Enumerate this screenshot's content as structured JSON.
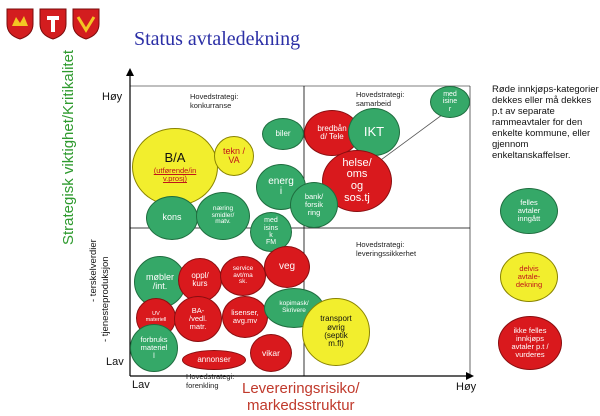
{
  "header": {
    "title": "Status avtaledekning"
  },
  "axes": {
    "y_high": "Høy",
    "y_low": "Lav",
    "x_low": "Lav",
    "x_high": "Høy",
    "y_title": "Strategisk viktighet/Kritikalitet",
    "y_sub1": "- terskelverdier",
    "y_sub2": "- tjenesteproduksjon",
    "x_title_line1": "Levereringsrisiko/",
    "x_title_line2": "markedsstruktur"
  },
  "quadrants": {
    "konkurranse": "Hovedstrategi:\nkonkurranse",
    "samarbeid": "Hovedstrategi:\nsamarbeid",
    "leveringssikkerhet": "Hovedstrategi:\nleveringssikkerhet",
    "forenkling": "Hovedstrategi:\nforenkling"
  },
  "side_note": "Røde innkjøps-kategorier dekkes eller må dekkes p.t av separate rammeavtaler for den enkelte kommune, eller gjennom enkeltanskaffelser.",
  "legend": {
    "green": "felles\navtaler\ninngått",
    "yellow": "delvis\navtale-\ndekning",
    "red": "ikke felles\ninnkjøps\navtaler p.t /\nvurderes"
  },
  "categories": {
    "med_isiner": "med\nisine\nr",
    "biler": "biler",
    "bredband": "bredbån\nd/ Tele",
    "ikt": "IKT",
    "helse": "helse/\noms\nog\nsos.tj",
    "ba": "B/A",
    "ba_sub": "(utførende/in\nv.prosj)",
    "tekn": "tekn /\nVA",
    "energi": "energ\ni",
    "kons": "kons",
    "naering": "næring\nsmidler/\nmatv.",
    "bank": "bank/\nforsik\nring",
    "med_isins": "med\nisins\nk\nFM",
    "veg": "veg",
    "mobler": "møbler\n/int.",
    "oppl": "oppl/\nkurs",
    "service": "service\navt/ma\nsk.",
    "uv": "UV\nmateriell",
    "ba_vedl": "BA-\n/vedl.\nmatr.",
    "lisenser": "lisenser,\navg.mv",
    "kopimask": "kopimask/\nSkrivere",
    "transport": "transport\nøvrig\n(septik\nm.fl)",
    "forbruks": "forbruks\nmateriel\nl",
    "vikar": "vikar",
    "annonser": "annonser"
  },
  "colors": {
    "green": "#35a868",
    "red": "#d9191d",
    "yellow": "#f2ee2d",
    "title": "#2b2fa6",
    "y_title": "#2e9a2e",
    "x_title": "#c0392b"
  }
}
